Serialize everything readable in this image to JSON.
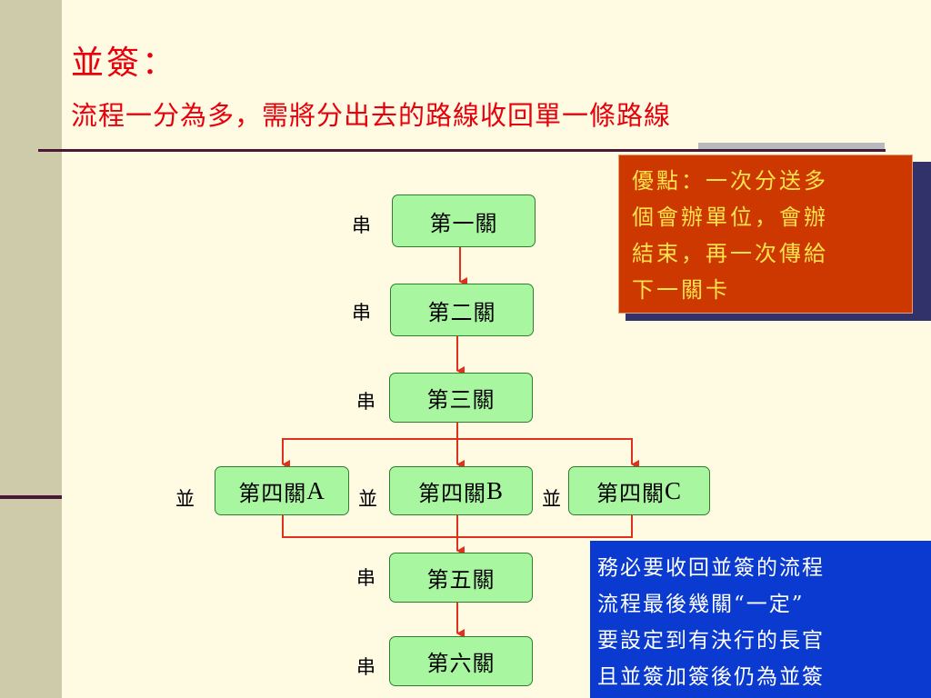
{
  "title": {
    "line1": "並簽：",
    "line2": "流程一分為多，需將分出去的路線收回單一條路線"
  },
  "callouts": {
    "advantage": [
      "優點：一次分送多",
      "個會辦單位，會辦",
      "結束，再一次傳給",
      "下一關卡"
    ],
    "note": [
      "務必要收回並簽的流程",
      "流程最後幾關“一定”",
      "要設定到有決行的長官",
      "且並簽加簽後仍為並簽"
    ]
  },
  "nodes": {
    "n1": "第一關",
    "n2": "第二關",
    "n3": "第三關",
    "n4a_prefix": "第四關",
    "n4a_suffix": "A",
    "n4b_prefix": "第四關",
    "n4b_suffix": "B",
    "n4c_prefix": "第四關",
    "n4c_suffix": "C",
    "n5": "第五關",
    "n6": "第六關"
  },
  "tags": {
    "serial": "串",
    "parallel": "並"
  },
  "colors": {
    "background": "#fffbe3",
    "title": "#e8000d",
    "node_fill": "#a8f7a0",
    "arrow": "#e03020",
    "advantage_box": "#cd3700",
    "advantage_text": "#ffe34a",
    "note_box": "#0a3ad0",
    "note_text": "#ffffff"
  }
}
